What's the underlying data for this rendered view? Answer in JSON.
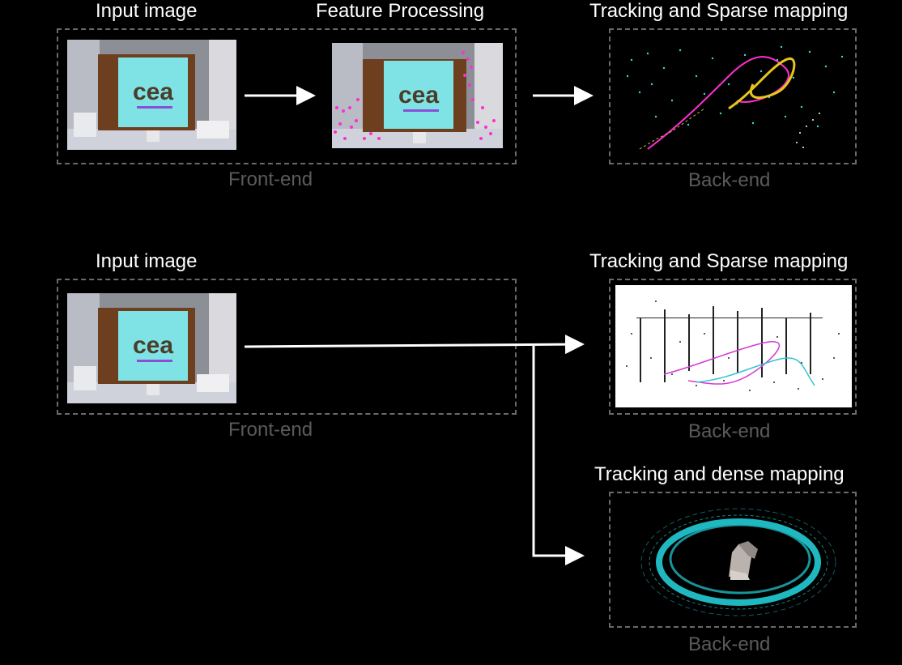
{
  "row1": {
    "input_title": "Input image",
    "feature_title": "Feature Processing",
    "sparse_title": "Tracking and Sparse mapping",
    "frontend_caption": "Front-end",
    "backend_caption": "Back-end"
  },
  "row2": {
    "input_title": "Input image",
    "sparse_title": "Tracking and Sparse mapping",
    "frontend_caption": "Front-end",
    "backend_caption": "Back-end"
  },
  "row3": {
    "dense_title": "Tracking and dense mapping",
    "backend_caption": "Back-end"
  },
  "logo_text": "cea",
  "colors": {
    "background": "#000000",
    "text": "#ffffff",
    "caption": "#5a5a5a",
    "dashed_border": "#6a6a6a",
    "screen": "#7fe3e6",
    "bezel": "#6e3f1e",
    "features": "#ff2ed1",
    "points_cyan": "#3fd6e0",
    "trajectory_yellow": "#e8c619",
    "dense_ring": "#1fb8c0"
  }
}
